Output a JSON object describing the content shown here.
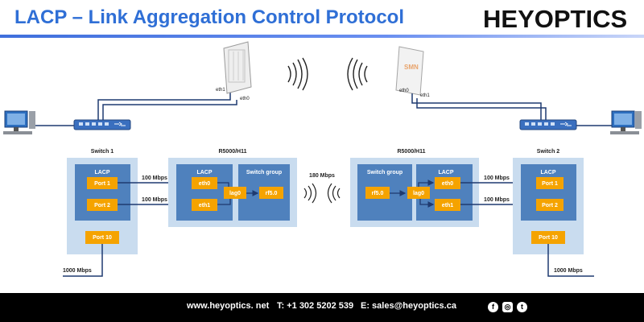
{
  "title": "LACP – Link Aggregation Control Protocol",
  "brand": "HEYOPTICS",
  "footer": {
    "website": "www.heyoptics. net",
    "phone": "T: +1 302 5202 539",
    "email": "E: sales@heyoptics.ca"
  },
  "antenna_left": {
    "eth1": "eth1",
    "eth0": "eth0"
  },
  "antenna_right": {
    "label": "SMN",
    "eth0": "eth0",
    "eth1": "eth1"
  },
  "switch1": {
    "title": "Switch 1",
    "lacp": "LACP",
    "port1": "Port 1",
    "port2": "Port 2",
    "port10": "Port 10",
    "uplink": "1000 Mbps"
  },
  "r5000_left": {
    "title": "R5000/H11",
    "lacp": "LACP",
    "eth0": "eth0",
    "eth1": "eth1",
    "lag": "lag0",
    "group": "Switch group",
    "rf": "rf5.0"
  },
  "r5000_right": {
    "title": "R5000/H11",
    "lacp": "LACP",
    "eth0": "eth0",
    "eth1": "eth1",
    "lag": "lag0",
    "group": "Switch group",
    "rf": "rf5.0"
  },
  "switch2": {
    "title": "Switch 2",
    "lacp": "LACP",
    "port1": "Port 1",
    "port2": "Port 2",
    "port10": "Port 10",
    "uplink": "1000 Mbps"
  },
  "links": {
    "left_top": "100 Mbps",
    "left_bottom": "100 Mbps",
    "wireless": "180 Mbps",
    "right_top": "100 Mbps",
    "right_bottom": "100 Mbps"
  },
  "colors": {
    "accent": "#2f6fd6",
    "outer_box": "#c9dcef",
    "inner_box": "#4f81bd",
    "port": "#f5a300",
    "line": "#1f3a70"
  }
}
